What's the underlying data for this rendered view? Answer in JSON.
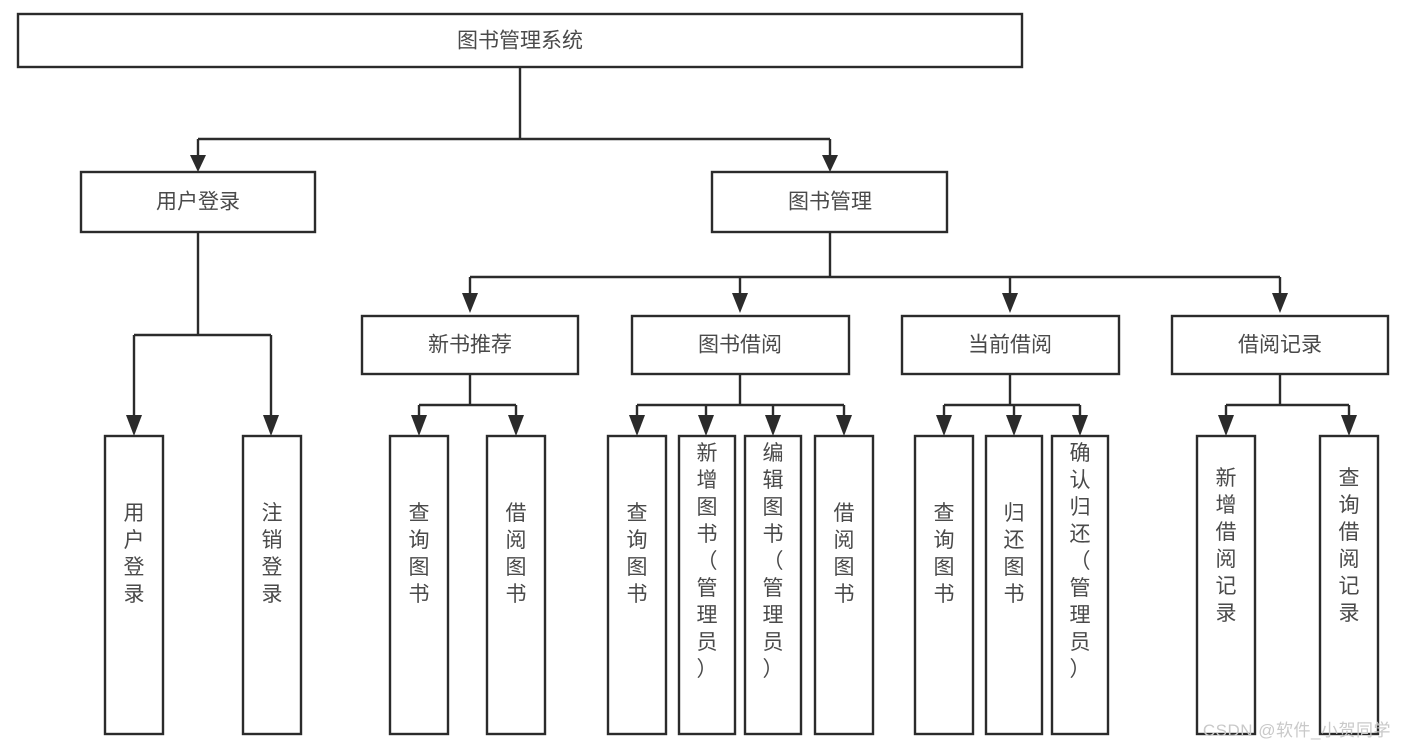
{
  "diagram": {
    "type": "tree-hierarchy-flowchart",
    "title": "图书管理系统",
    "colors": {
      "box_fill": "#ffffff",
      "box_stroke": "#2b2b2b",
      "text": "#4a4a4a",
      "background": "#ffffff",
      "watermark": "#c9c9c9"
    },
    "levels": {
      "root": {
        "label": "图书管理系统"
      },
      "level2": [
        {
          "label": "用户登录"
        },
        {
          "label": "图书管理"
        }
      ],
      "level3": [
        {
          "label": "新书推荐"
        },
        {
          "label": "图书借阅"
        },
        {
          "label": "当前借阅"
        },
        {
          "label": "借阅记录"
        }
      ],
      "leaves": [
        {
          "label": "用户登录",
          "parent": "用户登录"
        },
        {
          "label": "注销登录",
          "parent": "用户登录"
        },
        {
          "label": "查询图书",
          "parent": "新书推荐"
        },
        {
          "label": "借阅图书",
          "parent": "新书推荐"
        },
        {
          "label": "查询图书",
          "parent": "图书借阅"
        },
        {
          "label": "新增图书（管理员）",
          "parent": "图书借阅"
        },
        {
          "label": "编辑图书（管理员）",
          "parent": "图书借阅"
        },
        {
          "label": "借阅图书",
          "parent": "图书借阅"
        },
        {
          "label": "查询图书",
          "parent": "当前借阅"
        },
        {
          "label": "归还图书",
          "parent": "当前借阅"
        },
        {
          "label": "确认归还（管理员）",
          "parent": "当前借阅"
        },
        {
          "label": "新增借阅记录",
          "parent": "借阅记录"
        },
        {
          "label": "查询借阅记录",
          "parent": "借阅记录"
        }
      ]
    },
    "watermark": "CSDN @软件_小贺同学"
  }
}
